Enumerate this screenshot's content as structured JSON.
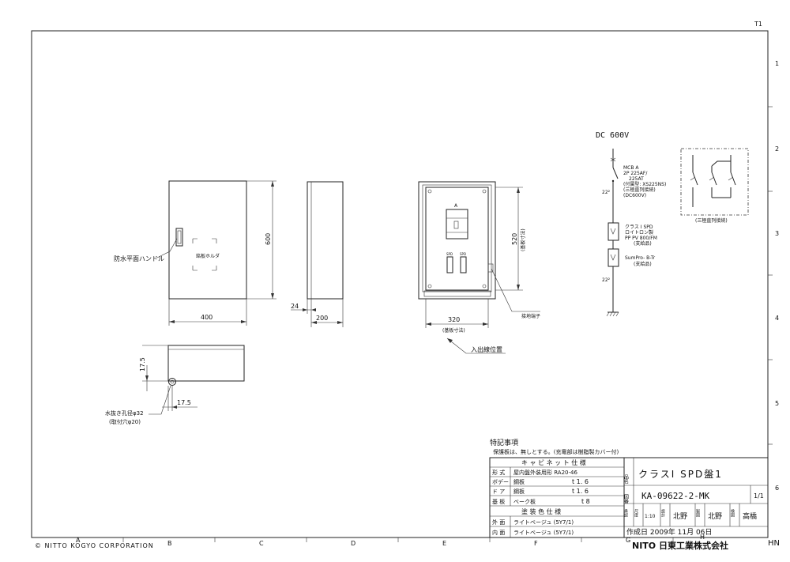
{
  "sheet": {
    "sheet_id": "T1",
    "corner_code": "HN",
    "company_left": "© NITTO KOGYO CORPORATION",
    "company_right": "NITO 日東工業株式会社",
    "rows": [
      "1",
      "2",
      "3",
      "4",
      "5",
      "6"
    ],
    "cols": [
      "A",
      "B",
      "C",
      "D",
      "E",
      "F",
      "G",
      "H"
    ]
  },
  "front_view": {
    "label_holder": "銘板ホルダ",
    "handle_label": "防水平面ハンドル",
    "dim_height": "600",
    "dim_width": "400"
  },
  "side_view": {
    "dim_depth": "200",
    "dim_handle": "24"
  },
  "inner_view": {
    "breaker_label": "A",
    "spd_label_1": "SPD",
    "spd_label_2": "SPD",
    "dim_height": "520",
    "dim_height_note": "(基板寸法)",
    "dim_width": "320",
    "dim_width_note": "(基板寸法)",
    "ground_terminal": "接地端子",
    "cable_entry": "入出線位置"
  },
  "bottom_view": {
    "dim_17_5_v": "17.5",
    "dim_17_5_h": "17.5",
    "drain_hole": "水抜き孔径φ32",
    "mount_hole": "(取付穴φ20)"
  },
  "schematic": {
    "voltage": "DC 600V",
    "mcb_lines": [
      "MCB  A",
      "2P 225AF/",
      "225AT",
      "(付属型: XS225NS)",
      "(三極直列接続)",
      "(DC600V)"
    ],
    "wire_top": "22²",
    "spd_lines": [
      "クラス I SPD",
      "ロイトロン製",
      "PP PV 800/FM",
      "(支給品)"
    ],
    "trip_lines": [
      "SumPro- B-Tr",
      "(支給品)"
    ],
    "wire_bottom": "22²",
    "series_note": "(三極直列接続)"
  },
  "notes": {
    "heading": "特記事項",
    "line1": "保護板は、無しとする。(充電部は樹脂製カバー付)"
  },
  "title_block": {
    "cabinet_spec": "キ ャ ビ ネ ッ ト 仕 様",
    "rows": [
      {
        "label": "形 式",
        "value": "屋内盤外装用形  RA20-46",
        "tail": ""
      },
      {
        "label": "ボデー",
        "value": "鋼板",
        "tail": "t 1. 6"
      },
      {
        "label": "ド ア",
        "value": "鋼板",
        "tail": "t 1. 6"
      },
      {
        "label": "基 板",
        "value": "ベーク板",
        "tail": "t 8"
      }
    ],
    "paint_spec": "塗 装 色 仕 様",
    "paint_rows": [
      {
        "label": "外 面",
        "value": "ライトベージュ (5Y7/1)"
      },
      {
        "label": "内 面",
        "value": "ライトベージュ (5Y7/1)"
      }
    ],
    "name_label": "品名",
    "name_value": "クラスⅠ SPD盤1",
    "drawing_label": "図番",
    "drawing_value": "KA-09622-2-MK",
    "sheet_fraction": "1/1",
    "scale_label": "尺度",
    "scale_value": "1:10",
    "design_label": "設計",
    "design_value": "北野",
    "draw_label": "製図",
    "draw_value": "北野",
    "check_label": "検図",
    "check_value": "高橋",
    "approve_label": "承認",
    "date": "作成日 2009年 11月 06日"
  }
}
